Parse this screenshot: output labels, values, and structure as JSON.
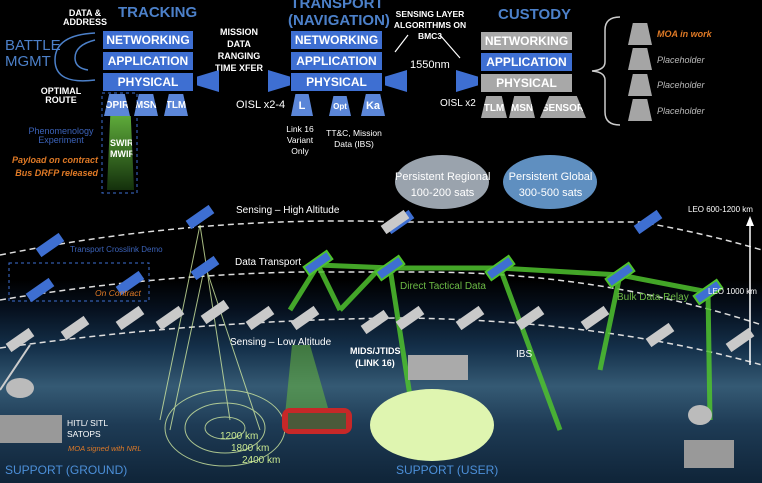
{
  "tracking": {
    "title": "TRACKING",
    "layers": [
      "NETWORKING",
      "APPLICATION",
      "PHYSICAL"
    ],
    "payloads": [
      "OPIR",
      "MSN",
      "TLM"
    ],
    "sensor_band": "SWIR MWIR"
  },
  "battle_mgmt": "BATTLE MGMT",
  "data_address": "DATA & ADDRESS",
  "optimal_route": "OPTIMAL ROUTE",
  "phenomenology": "Phenomenology Experiment",
  "payload_status": "Payload on contract",
  "bus_status": "Bus DRFP released",
  "mission_data": "MISSION DATA RANGING TIME XFER",
  "oisl_left": "OISL x2-4",
  "transport": {
    "title": "TRANSPORT (NAVIGATION)",
    "layers": [
      "NETWORKING",
      "APPLICATION",
      "PHYSICAL"
    ],
    "payloads": [
      "L",
      "Opt",
      "Ka"
    ],
    "link16_note": "Link 16 Variant Only",
    "ttc_note": "TT&C, Mission Data (IBS)"
  },
  "sensing_layer_note": "SENSING LAYER ALGORITHMS ON BMC3",
  "wavelength": "1550nm",
  "oisl_right": "OISL x2",
  "custody": {
    "title": "CUSTODY",
    "layers": [
      "NETWORKING",
      "APPLICATION",
      "PHYSICAL"
    ],
    "payloads": [
      "TLM",
      "MSN",
      "SENSOR"
    ]
  },
  "options": [
    "MOA in work",
    "Placeholder",
    "Placeholder",
    "Placeholder"
  ],
  "globes": [
    {
      "label": "Persistent Regional",
      "count": "100-200 sats"
    },
    {
      "label": "Persistent Global",
      "count": "300-500 sats"
    }
  ],
  "orbit_labels": {
    "high": "Sensing – High Altitude",
    "transport": "Data Transport",
    "low": "Sensing – Low Altitude",
    "crosslink_demo": "Transport Crosslink Demo",
    "on_contract": "On Contract",
    "direct": "Direct Tactical Data",
    "bulk": "Bulk Data Relay",
    "leo_range": "LEO 600-1200 km",
    "leo_1000": "LEO 1000 km",
    "ibs": "IBS",
    "mids": "MIDS/JTIDS (LINK 16)"
  },
  "ground": {
    "hitl": "HITL/ SITL SATOPS",
    "moa": "MOA signed with NRL",
    "support_ground": "SUPPORT (GROUND)",
    "support_user": "SUPPORT (USER)"
  },
  "ranges": [
    "1200 km",
    "1800 km",
    "2400 km"
  ],
  "colors": {
    "blue": "#3e6fd2",
    "gray": "#a8a8a8",
    "green": "#5fd33a",
    "orange": "#e07a26"
  }
}
